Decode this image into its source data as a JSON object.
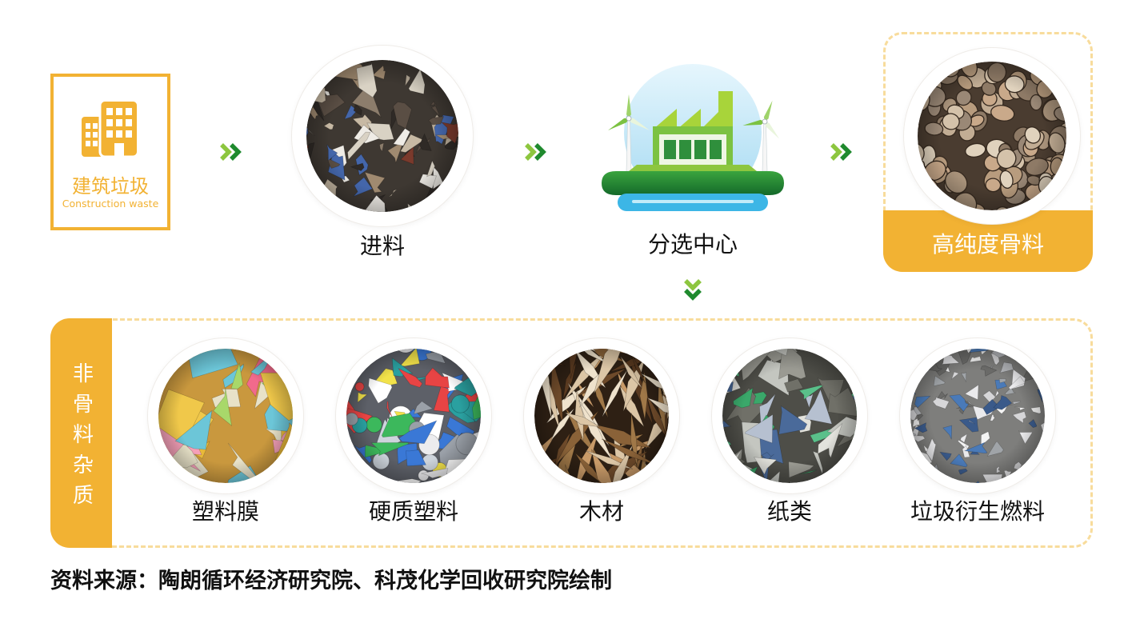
{
  "colors": {
    "accent": "#f2b233",
    "accent_light": "#f8dc9c",
    "green_dark": "#1f8a2e",
    "green_light": "#8dc63f",
    "text": "#111111"
  },
  "icons": {
    "source": "building-icon",
    "sorting_center": "factory-icon",
    "flow_arrow": "double-chevron-right-icon",
    "down_arrow": "double-chevron-down-icon"
  },
  "source": {
    "title": "建筑垃圾",
    "subtitle": "Construction waste"
  },
  "steps": [
    {
      "label": "进料"
    },
    {
      "label": "分选中心"
    }
  ],
  "output": {
    "label": "高纯度骨料"
  },
  "impurities": {
    "title": "非骨料杂质",
    "items": [
      {
        "label": "塑料膜"
      },
      {
        "label": "硬质塑料"
      },
      {
        "label": "木材"
      },
      {
        "label": "纸类"
      },
      {
        "label": "垃圾衍生燃料"
      }
    ]
  },
  "footer": "资料来源：陶朗循环经济研究院、科茂化学回收研究院绘制"
}
